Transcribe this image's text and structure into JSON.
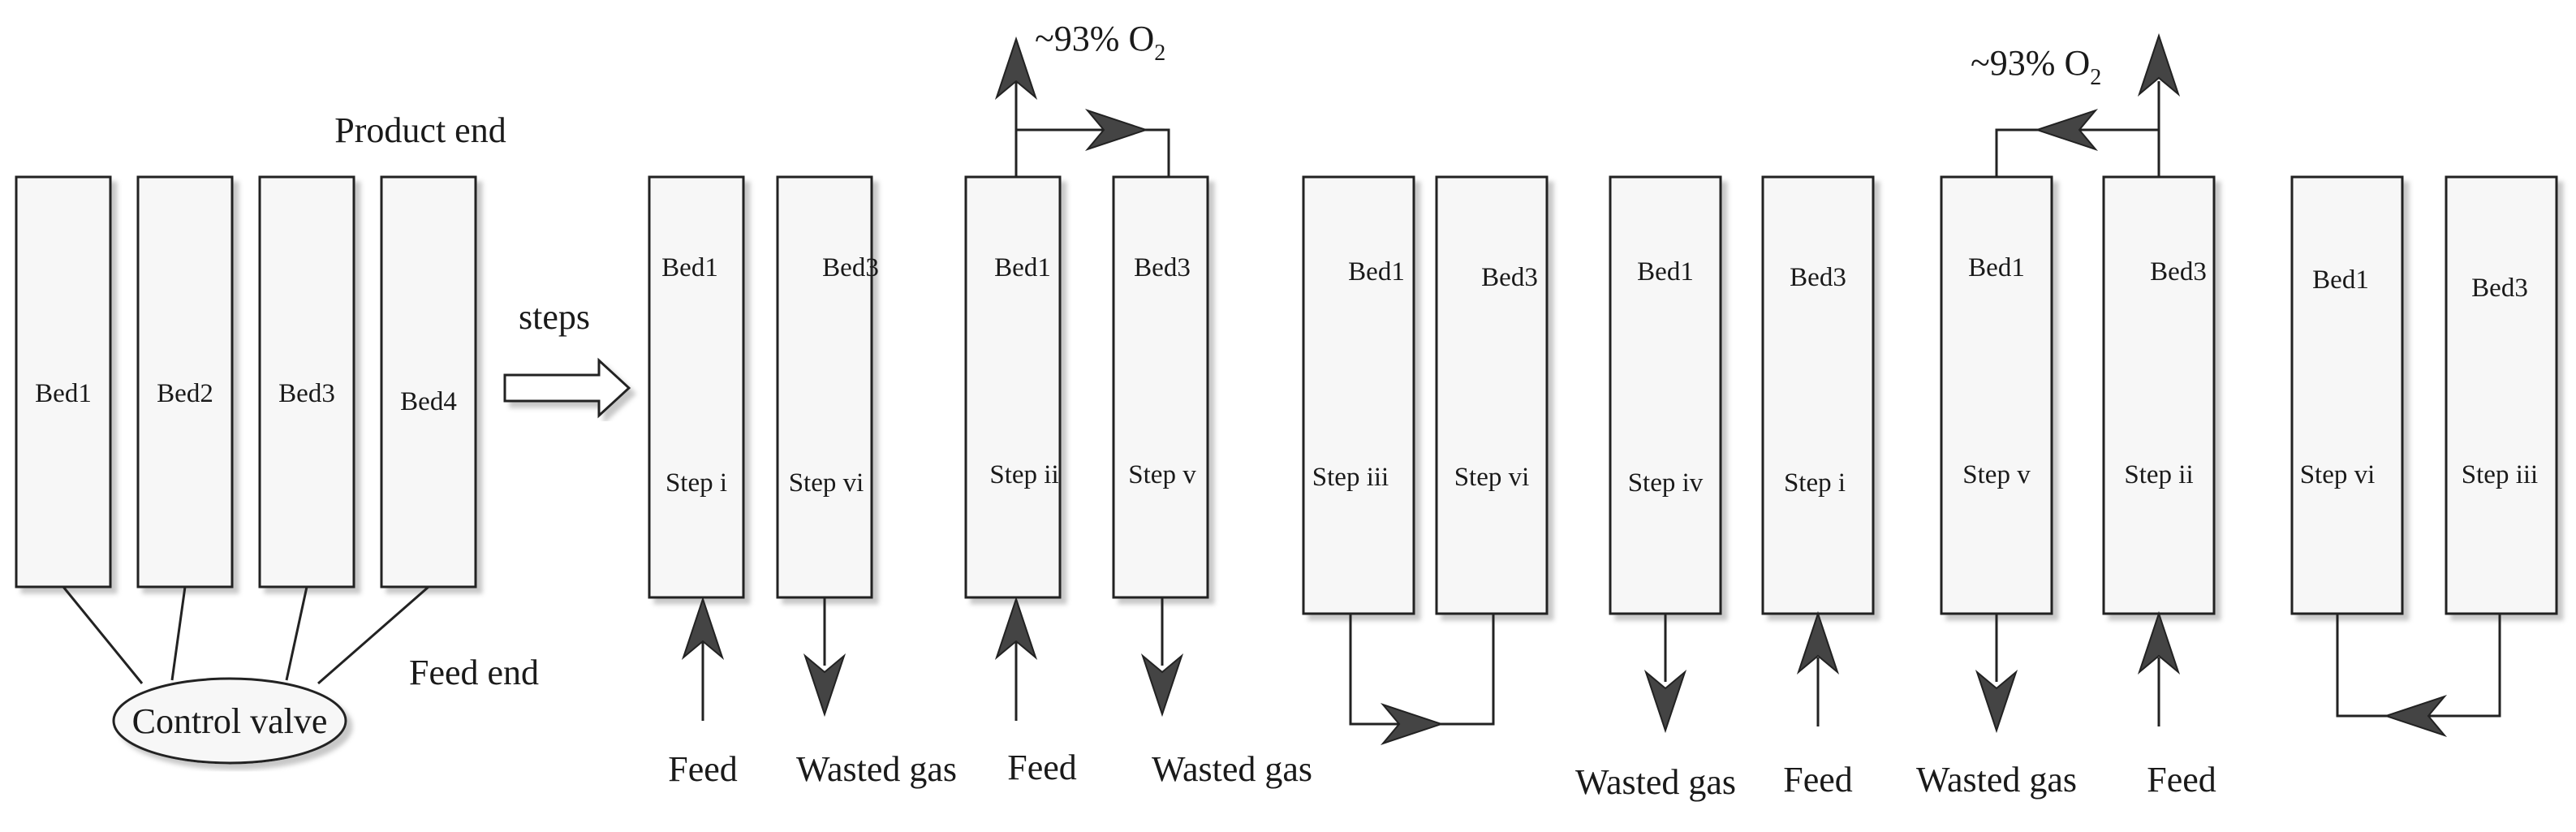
{
  "overview": {
    "product_end": "Product end",
    "feed_end": "Feed end",
    "control_valve": "Control valve",
    "beds": [
      "Bed1",
      "Bed2",
      "Bed3",
      "Bed4"
    ],
    "steps_label": "steps"
  },
  "o2_label": {
    "prefix": "~93% O",
    "subscript": "2"
  },
  "pairs": [
    {
      "left_bed": "Bed1",
      "left_step": "Step i",
      "right_bed": "Bed3",
      "right_step": "Step vi",
      "left_flow": "Feed",
      "right_flow": "Wasted gas"
    },
    {
      "left_bed": "Bed1",
      "left_step": "Step ii",
      "right_bed": "Bed3",
      "right_step": "Step v",
      "left_flow": "Feed",
      "right_flow": "Wasted gas"
    },
    {
      "left_bed": "Bed1",
      "left_step": "Step iii",
      "right_bed": "Bed3",
      "right_step": "Step vi"
    },
    {
      "left_bed": "Bed1",
      "left_step": "Step iv",
      "right_bed": "Bed3",
      "right_step": "Step i",
      "left_flow": "Wasted gas",
      "right_flow": "Feed"
    },
    {
      "left_bed": "Bed1",
      "left_step": "Step v",
      "right_bed": "Bed3",
      "right_step": "Step ii",
      "left_flow": "Wasted gas",
      "right_flow": "Feed"
    },
    {
      "left_bed": "Bed1",
      "left_step": "Step vi",
      "right_bed": "Bed3",
      "right_step": "Step iii"
    }
  ]
}
